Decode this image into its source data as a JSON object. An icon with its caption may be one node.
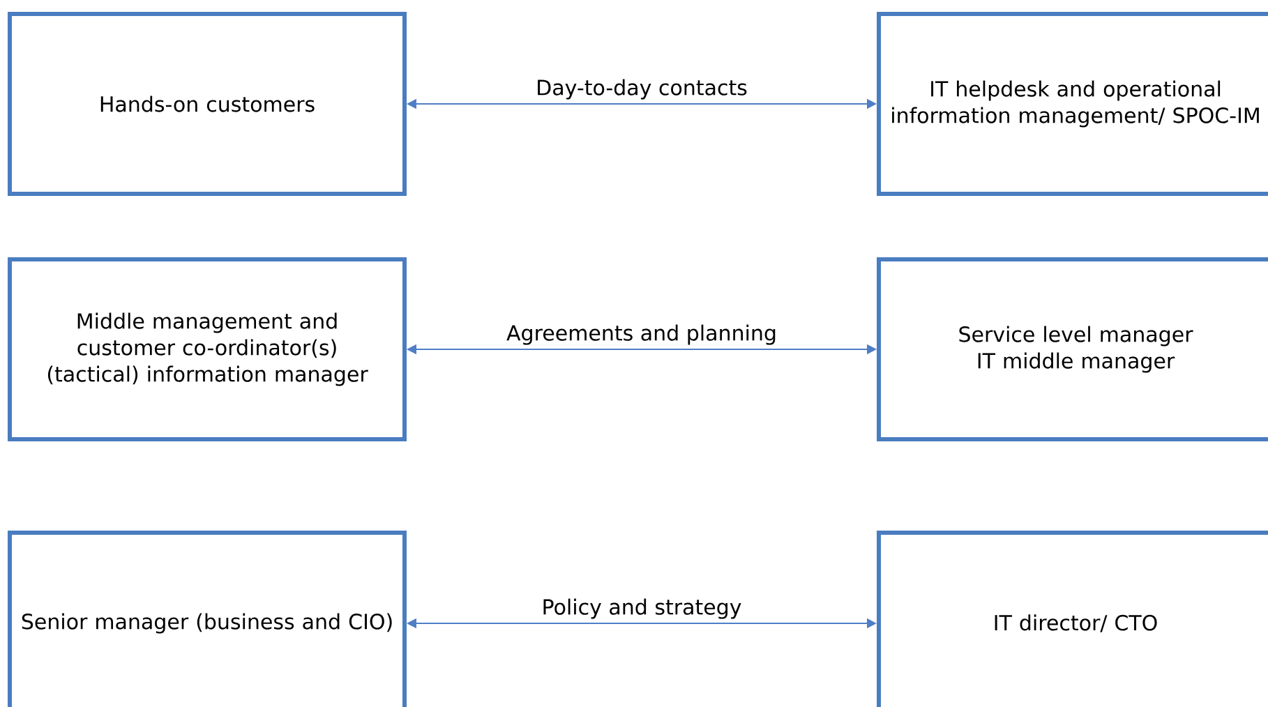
{
  "diagram": {
    "nodes": [
      {
        "text": [
          "Hands-on customers"
        ]
      },
      {
        "text": [
          "IT helpdesk and operational information management/ SPOC-IM"
        ]
      },
      {
        "text": [
          "Middle management and customer co-ordinator(s) (tactical) information manager"
        ]
      },
      {
        "text": [
          "Service level manager IT middle manager"
        ]
      },
      {
        "text": [
          "Senior manager (business and CIO)"
        ]
      },
      {
        "text": [
          "IT director/ CTO"
        ]
      }
    ],
    "edges": [
      {
        "from": 0,
        "to": 1,
        "arrow": "both",
        "label": "Day-to-day contacts"
      },
      {
        "from": 2,
        "to": 3,
        "arrow": "both",
        "label": "Agreements and planning"
      },
      {
        "from": 4,
        "to": 5,
        "arrow": "both",
        "label": "Policy and strategy"
      }
    ]
  }
}
